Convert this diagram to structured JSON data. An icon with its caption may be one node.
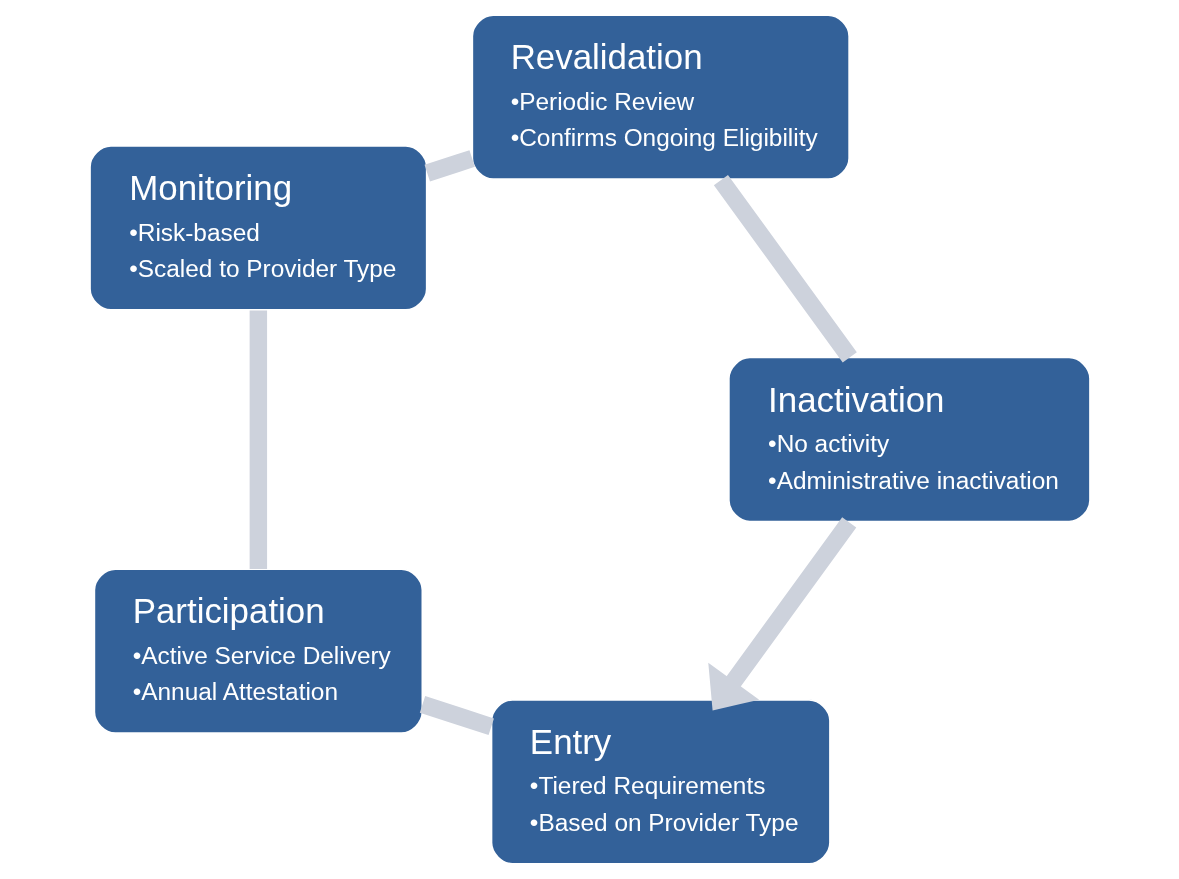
{
  "diagram": {
    "nodes": [
      {
        "text": [
          "Entry",
          "•Tiered Requirements",
          "•Based on Provider Type"
        ]
      },
      {
        "text": [
          "Participation",
          "•Active Service Delivery",
          "•Annual Attestation"
        ]
      },
      {
        "text": [
          "Monitoring",
          "•Risk-based",
          "•Scaled to Provider Type"
        ]
      },
      {
        "text": [
          "Revalidation",
          "•Periodic Review",
          "•Confirms Ongoing Eligibility"
        ]
      },
      {
        "text": [
          "Inactivation",
          "•No activity",
          "•Administrative inactivation"
        ]
      }
    ],
    "edges": [
      {
        "from": 0,
        "to": 1,
        "arrow": "none"
      },
      {
        "from": 1,
        "to": 2,
        "arrow": "none"
      },
      {
        "from": 2,
        "to": 3,
        "arrow": "none"
      },
      {
        "from": 3,
        "to": 4,
        "arrow": "none"
      },
      {
        "from": 4,
        "to": 0,
        "arrow": "to"
      }
    ]
  }
}
